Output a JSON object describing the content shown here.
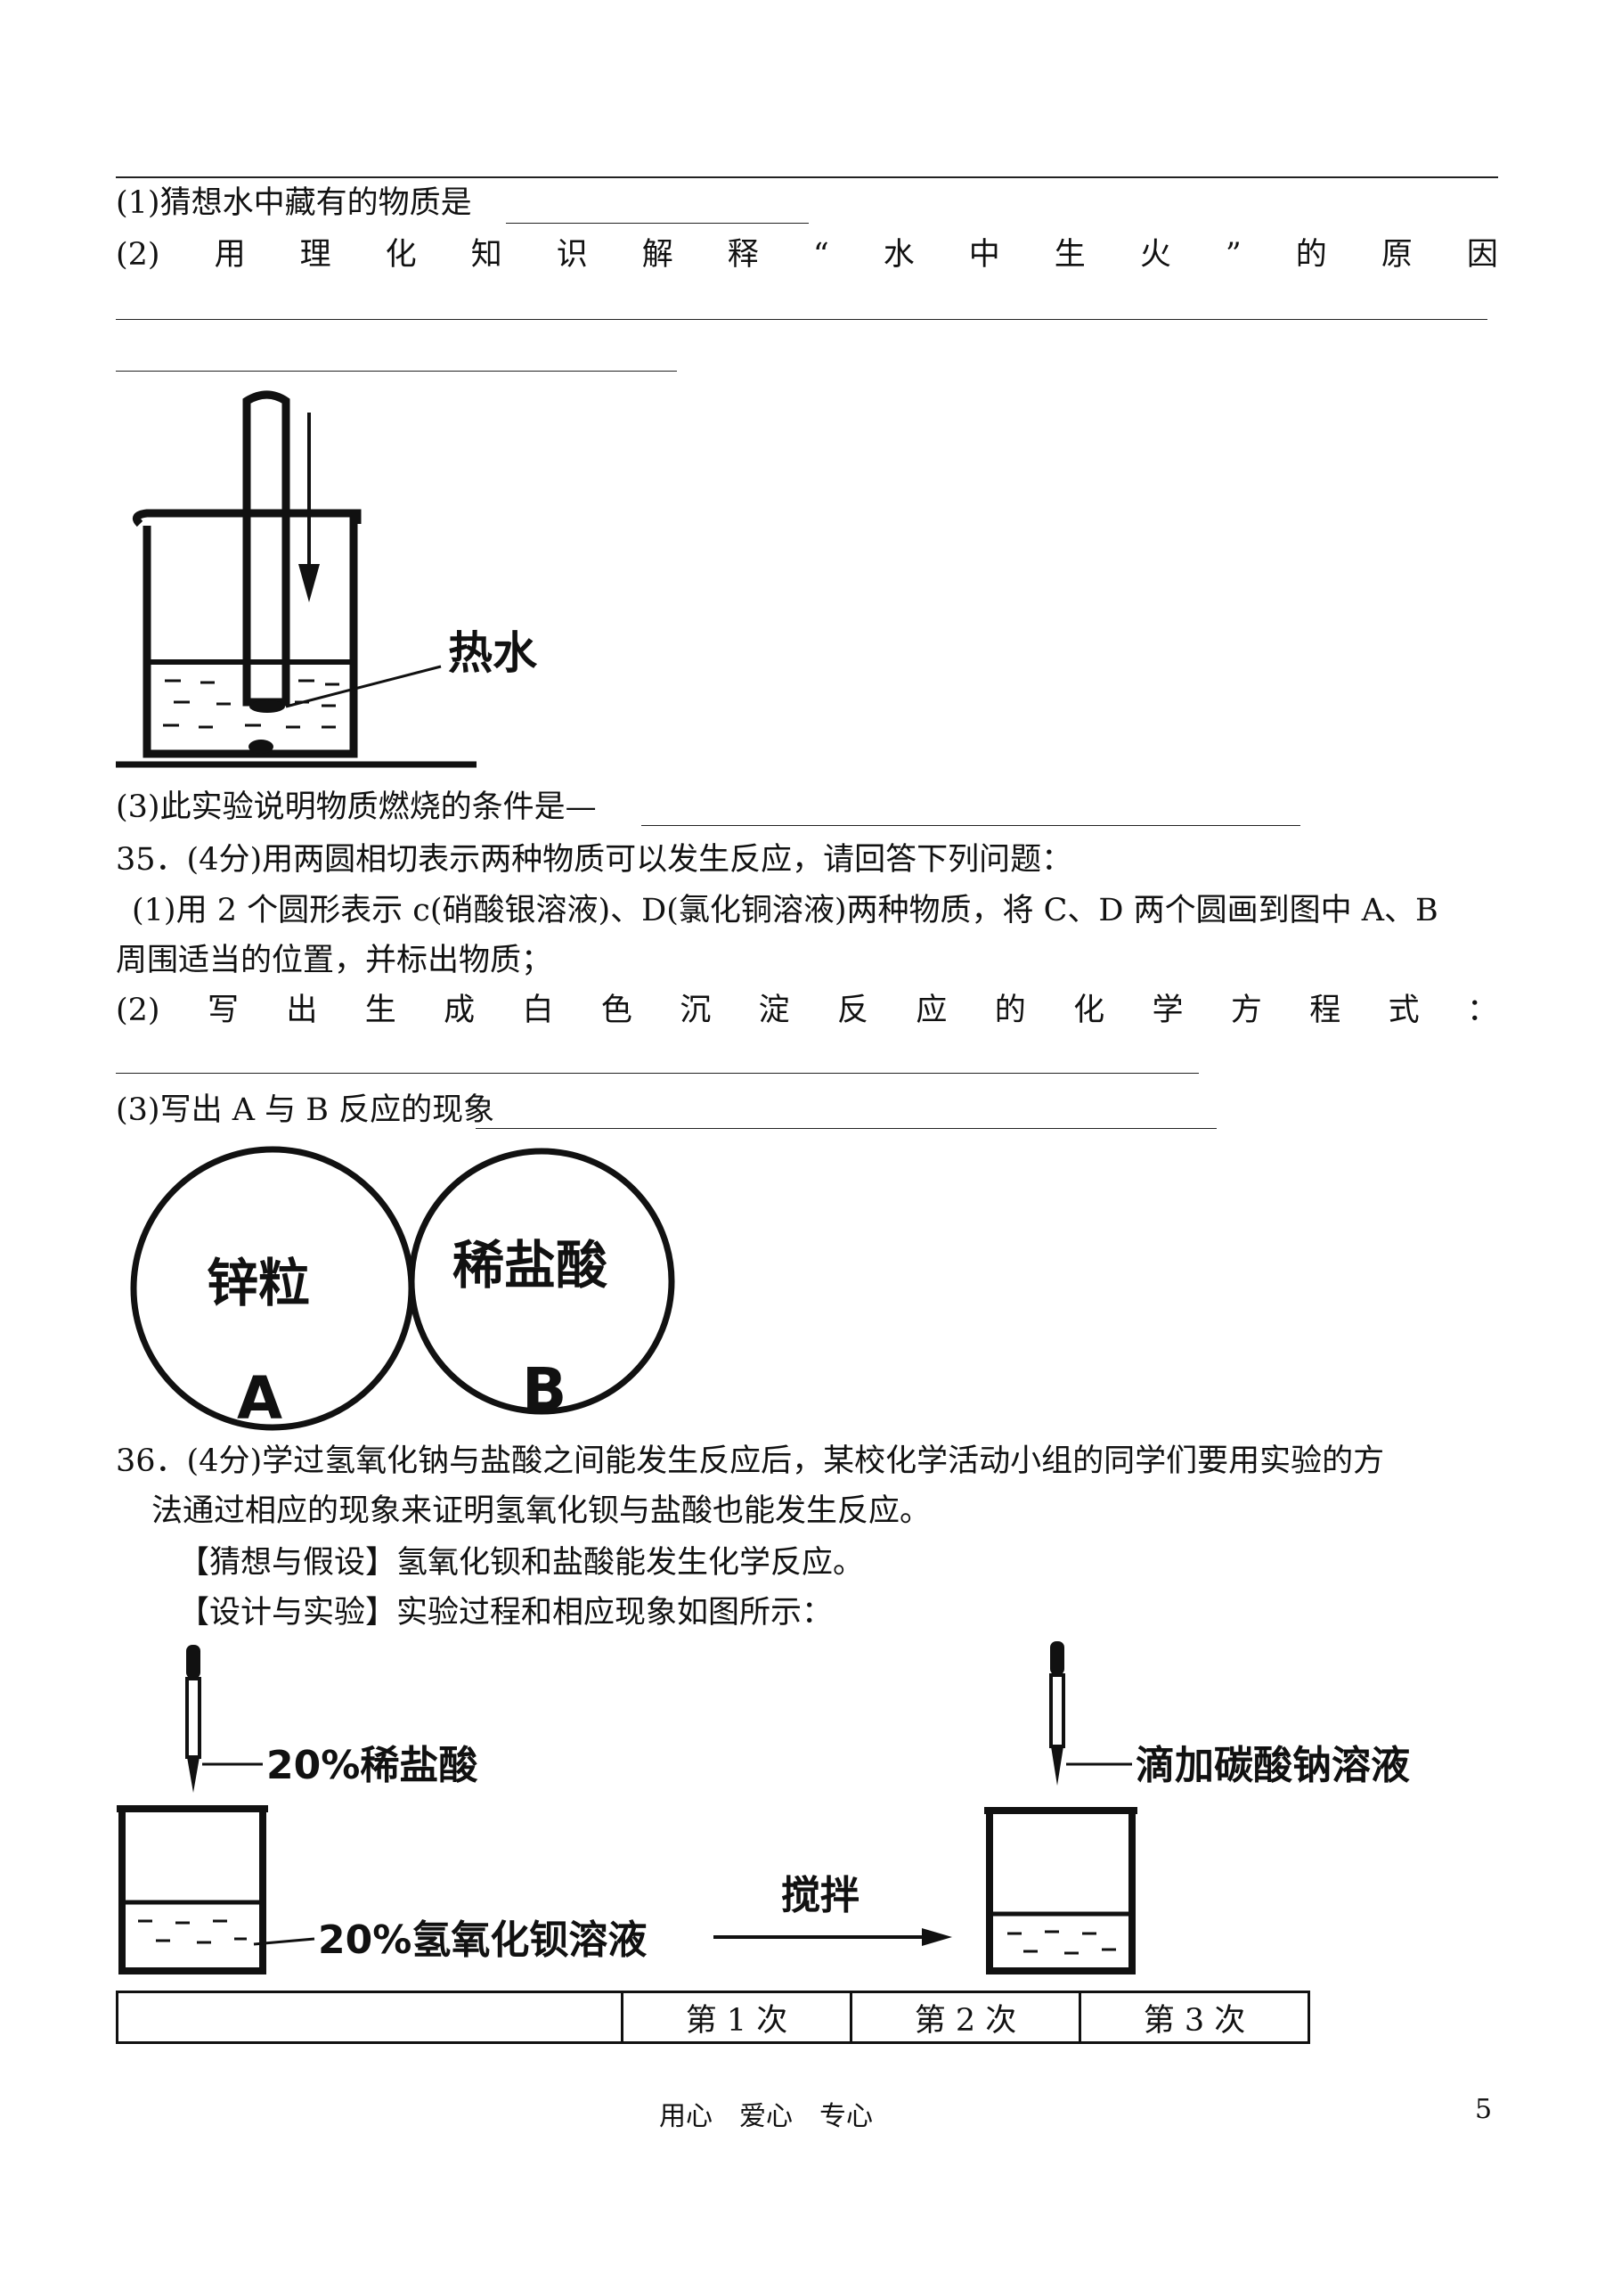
{
  "q34": {
    "part1_text": "(1)猜想水中藏有的物质是",
    "part2_label": "(2)",
    "part2_chars": [
      "用",
      "理",
      "化",
      "知",
      "识",
      "解",
      "释",
      "“",
      "水",
      "中",
      "生",
      "火",
      "”",
      "的",
      "原",
      "因"
    ],
    "part3_text": "(3)此实验说明物质燃烧的条件是—"
  },
  "figure_hot_water": {
    "label": "热水"
  },
  "q35": {
    "header": "35．(4分)用两圆相切表示两种物质可以发生反应，请回答下列问题：",
    "part1_line1": "(1)用 2 个圆形表示 c(硝酸银溶液)、D(氯化铜溶液)两种物质，将 C、D 两个圆画到图中 A、B",
    "part1_line2": "周围适当的位置，并标出物质；",
    "part2_label": "(2)",
    "part2_chars": [
      "写",
      "出",
      "生",
      "成",
      "白",
      "色",
      "沉",
      "淀",
      "反",
      "应",
      "的",
      "化",
      "学",
      "方",
      "程",
      "式",
      "："
    ],
    "part3_text": "(3)写出 A 与 B 反应的现象"
  },
  "figure_circles": {
    "circle_a_text": "锌粒",
    "circle_a_letter": "A",
    "circle_b_text": "稀盐酸",
    "circle_b_letter": "B"
  },
  "q36": {
    "header_line1": "36．(4分)学过氢氧化钠与盐酸之间能发生反应后，某校化学活动小组的同学们要用实验的方",
    "header_line2": "法通过相应的现象来证明氢氧化钡与盐酸也能发生反应。",
    "hypothesis": "【猜想与假设】氢氧化钡和盐酸能发生化学反应。",
    "design": "【设计与实验】实验过程和相应现象如图所示："
  },
  "figure_experiment": {
    "dropper1_label": "20%稀盐酸",
    "beaker1_label": "20%氢氧化钡溶液",
    "arrow_label": "搅拌",
    "dropper2_label": "滴加碳酸钠溶液"
  },
  "table": {
    "headers": [
      "",
      "第 1 次",
      "第 2 次",
      "第 3 次"
    ]
  },
  "footer": {
    "center": "用心　爱心　专心",
    "page_number": "5"
  }
}
